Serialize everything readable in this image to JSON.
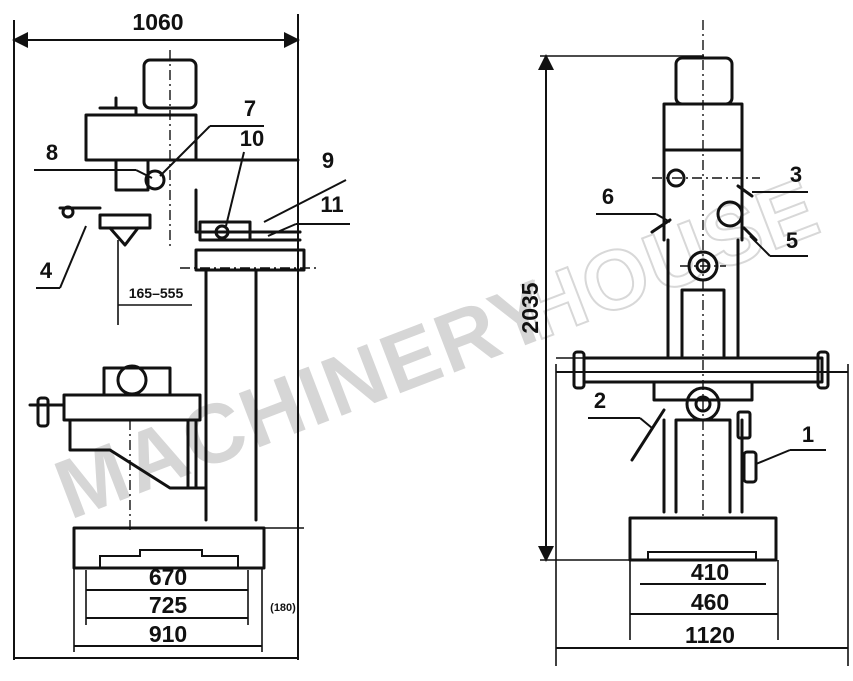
{
  "watermark": {
    "solid": "MACHINERY",
    "outline": "HOUSE"
  },
  "side_view": {
    "dims": {
      "overall_width": "1060",
      "spindle_range": "165–555",
      "d670": "670",
      "d725": "725",
      "d910": "910",
      "d180": "(180)"
    },
    "callouts": {
      "c4": "4",
      "c7": "7",
      "c8": "8",
      "c9": "9",
      "c10": "10",
      "c11": "11"
    }
  },
  "front_view": {
    "dims": {
      "overall_height": "2035",
      "d410": "410",
      "d460": "460",
      "d1120": "1120"
    },
    "callouts": {
      "c1": "1",
      "c2": "2",
      "c3": "3",
      "c5": "5",
      "c6": "6"
    }
  }
}
